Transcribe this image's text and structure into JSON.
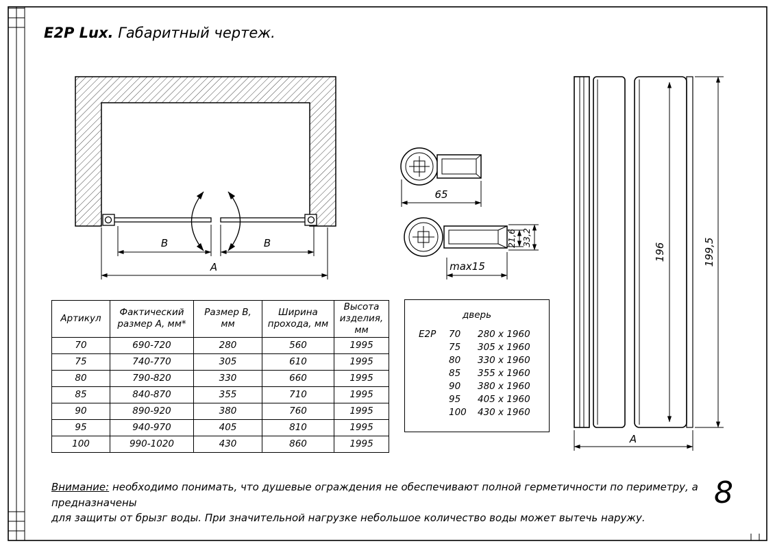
{
  "title": {
    "model": "E2P Lux.",
    "rest": " Габаритный чертеж."
  },
  "page_number": "8",
  "main_drawing": {
    "dim_b_left": "B",
    "dim_b_right": "B",
    "dim_a": "A"
  },
  "profiles": {
    "dim_width": "65",
    "dim_inner": "21,6",
    "dim_outer": "33,2",
    "dim_max": "max15"
  },
  "side_drawing": {
    "dim_height_inner": "196",
    "dim_height_outer": "199,5",
    "dim_a": "A"
  },
  "table": {
    "headers": [
      "Артикул",
      "Фактический размер А, мм*",
      "Размер В, мм",
      "Ширина прохода, мм",
      "Высота изделия, мм"
    ],
    "rows": [
      [
        "70",
        "690-720",
        "280",
        "560",
        "1995"
      ],
      [
        "75",
        "740-770",
        "305",
        "610",
        "1995"
      ],
      [
        "80",
        "790-820",
        "330",
        "660",
        "1995"
      ],
      [
        "85",
        "840-870",
        "355",
        "710",
        "1995"
      ],
      [
        "90",
        "890-920",
        "380",
        "760",
        "1995"
      ],
      [
        "95",
        "940-970",
        "405",
        "810",
        "1995"
      ],
      [
        "100",
        "990-1020",
        "430",
        "860",
        "1995"
      ]
    ]
  },
  "door_box": {
    "title": "дверь",
    "rows": [
      {
        "series": "E2P",
        "size": "70",
        "dims": "280 x 1960"
      },
      {
        "series": "",
        "size": "75",
        "dims": "305 x 1960"
      },
      {
        "series": "",
        "size": "80",
        "dims": "330 x 1960"
      },
      {
        "series": "",
        "size": "85",
        "dims": "355 x 1960"
      },
      {
        "series": "",
        "size": "90",
        "dims": "380 x 1960"
      },
      {
        "series": "",
        "size": "95",
        "dims": "405 x 1960"
      },
      {
        "series": "",
        "size": "100",
        "dims": "430 x 1960"
      }
    ]
  },
  "warning": {
    "label": "Внимание:",
    "line1": " необходимо понимать, что душевые ограждения не обеспечивают полной герметичности по периметру, а предназначены",
    "line2": "для защиты от брызг воды. При значительной нагрузке небольшое количество воды может вытечь наружу."
  }
}
